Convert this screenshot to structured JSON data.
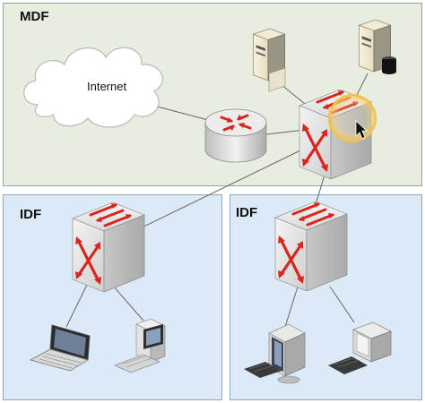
{
  "zones": {
    "mdf": "MDF",
    "idf_left": "IDF",
    "idf_right": "IDF"
  },
  "cloud": {
    "label": "Internet"
  },
  "colors": {
    "mdf_fill": "#e7eedf",
    "idf_fill": "#dce9f6",
    "arrow_red": "#d9261c",
    "cursor_highlight": "#f2c14e"
  },
  "icons": [
    "cloud-icon",
    "router-icon",
    "server-icon",
    "switch-icon",
    "laptop-icon",
    "desktop-computer-icon",
    "monitor-icon",
    "keyboard-icon",
    "mouse-pointer-icon"
  ]
}
